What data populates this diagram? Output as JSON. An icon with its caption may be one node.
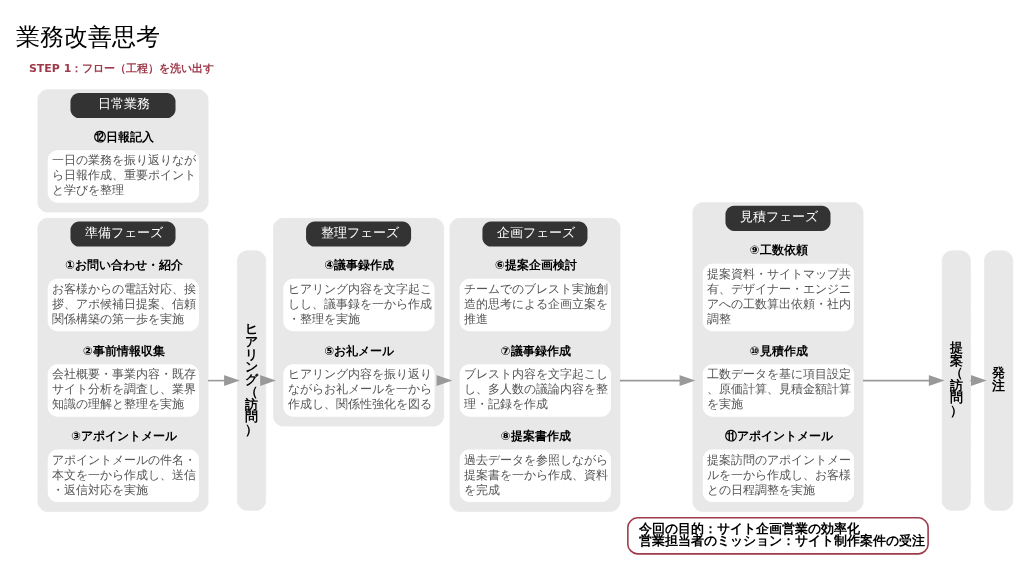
{
  "diagram": {
    "title": "業務改善思考",
    "nodes": [
      {
        "text": [
          "今回の目的：サイト企画営業の効率化",
          "営業担当者のミッション：サイト制作案件の受注"
        ]
      },
      {
        "text": [
          "準備フェーズ"
        ]
      },
      {
        "text": [
          "①お問い合わせ・紹介",
          "お客様からの電話対応、挨拶、アポ候補日提案、信頼関係構築の第一歩を実施"
        ],
        "in": 1
      },
      {
        "text": [
          "②事前情報収集",
          "会社概要・事業内容・既存サイト分析を調査し、業界知識の理解と整理を実施"
        ],
        "in": 1
      },
      {
        "text": [
          "③アポイントメール",
          "アポイントメールの件名・本文を一から作成し、送信・返信対応を実施"
        ],
        "in": 1
      },
      {
        "text": [
          "ヒアリング（訪問）"
        ]
      },
      {
        "text": [
          "整理フェーズ"
        ]
      },
      {
        "text": [
          "④議事録作成",
          "ヒアリング内容を文字起こしし、議事録を一から作成・整理を実施"
        ],
        "in": 6
      },
      {
        "text": [
          "⑤お礼メール",
          "ヒアリング内容を振り返りながらお礼メールを一から作成し、関係性強化を図る"
        ],
        "in": 6
      },
      {
        "text": [
          "企画フェーズ"
        ]
      },
      {
        "text": [
          "⑥提案企画検討",
          "チームでのブレスト実施創造的思考による企画立案を推進"
        ],
        "in": 9
      },
      {
        "text": [
          "⑦議事録作成",
          "ブレスト内容を文字起こしし、多人数の議論内容を整理・記録を作成"
        ],
        "in": 9
      },
      {
        "text": [
          "⑧提案書作成",
          "過去データを参照しながら提案書を一から作成、資料を完成"
        ],
        "in": 9
      },
      {
        "text": [
          "見積フェーズ"
        ]
      },
      {
        "text": [
          "⑨工数依頼",
          "提案資料・サイトマップ共有、デザイナー・エンジニアへの工数算出依頼・社内調整"
        ],
        "in": 13
      },
      {
        "text": [
          "⑩見積作成",
          "工数データを基に項目設定、原価計算、見積金額計算を実施"
        ],
        "in": 13
      },
      {
        "text": [
          "⑪アポイントメール",
          "提案訪問のアポイントメールを一から作成し、お客様との日程調整を実施"
        ],
        "in": 13
      },
      {
        "text": [
          "提案（訪問）"
        ]
      },
      {
        "text": [
          "発注"
        ]
      },
      {
        "text": [
          "日常業務"
        ]
      },
      {
        "text": [
          "⑫日報記入",
          "一日の業務を振り返りながら日報作成、重要ポイントと学びを整理"
        ],
        "in": 19
      }
    ],
    "edges": [
      {
        "from": 1,
        "to": 5,
        "arrow": "to"
      },
      {
        "from": 5,
        "to": 6,
        "arrow": "to"
      },
      {
        "from": 6,
        "to": 9,
        "arrow": "to"
      },
      {
        "from": 9,
        "to": 13,
        "arrow": "to"
      },
      {
        "from": 13,
        "to": 17,
        "arrow": "to"
      },
      {
        "from": 17,
        "to": 18,
        "arrow": "to"
      }
    ],
    "labels": [
      "STEP 1：フロー（工程）を洗い出す"
    ]
  }
}
